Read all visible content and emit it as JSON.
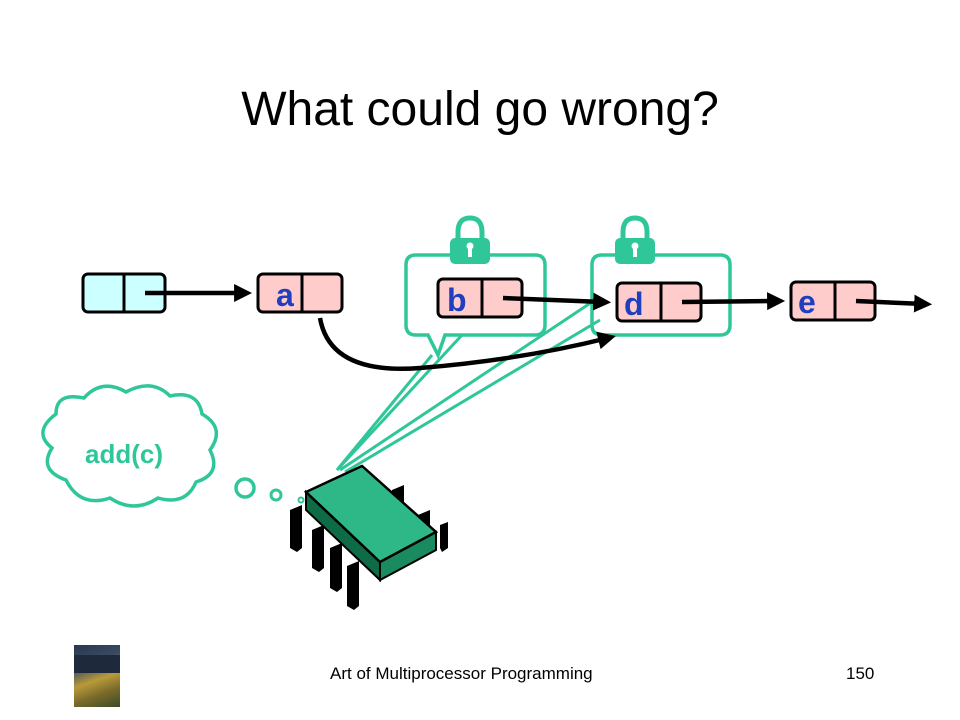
{
  "slide": {
    "title": "What could go wrong?",
    "footer": "Art of Multiprocessor Programming",
    "page_number": "150"
  },
  "nodes": [
    {
      "id": "head",
      "label": ""
    },
    {
      "id": "a",
      "label": "a"
    },
    {
      "id": "b",
      "label": "b"
    },
    {
      "id": "d",
      "label": "d"
    },
    {
      "id": "e",
      "label": "e"
    }
  ],
  "thought": {
    "text": "add(c)"
  },
  "icons": [
    "lock-icon",
    "lock-icon",
    "processor-chip-icon",
    "book-cover-icon"
  ],
  "colors": {
    "node_fill": "#ffcccc",
    "head_fill": "#ccffff",
    "label": "#1f3fbf",
    "bubble": "#2fc79a",
    "chip": "#2fb887"
  }
}
